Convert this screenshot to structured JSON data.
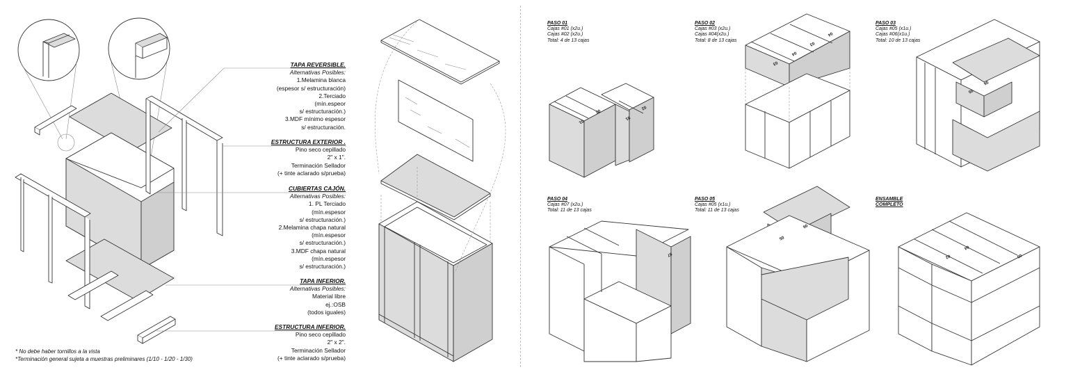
{
  "left": {
    "specs": [
      {
        "heading": "TAPA REVERSIBLE.",
        "alt": "Alternativas Posibles:",
        "lines": [
          "1.Melamina blanca",
          "(espesor s/ estructuración)",
          "2.Terciado",
          "(mín.espeor",
          "s/ estructuración.)",
          "3.MDF mínimo espesor",
          "s/ estructuración."
        ]
      },
      {
        "heading": "ESTRUCTURA EXTERIOR .",
        "alt": "",
        "lines": [
          "Pino seco cepillado",
          "2\" x 1\".",
          "Terminación Sellador",
          "(+ tinte aclarado s/prueba)"
        ]
      },
      {
        "heading": "CUBIERTAS CAJÓN.",
        "alt": "Alternativas Posibles:",
        "lines": [
          "1. PL Terciado",
          "(mín.espesor",
          "s/ estructuración.)",
          "2.Melamina chapa natural",
          "(mín.espesor",
          "s/ estructuración.)",
          "3.MDF chapa natural",
          "(mín.espesor",
          "s/ estructuración.)"
        ]
      },
      {
        "heading": "TAPA INFERIOR.",
        "alt": "Alternativas Posibles:",
        "lines": [
          "Material libre",
          "ej.:OSB",
          "(todos iguales)"
        ]
      },
      {
        "heading": "ESTRUCTURA INFERIOR.",
        "alt": "",
        "lines": [
          "Pino seco cepillado",
          "2\" x 2\".",
          "Terminación Sellador",
          "(+ tinte aclarado s/prueba)"
        ]
      }
    ],
    "notes": [
      "* No debe haber tornillos a la vista",
      "*Terminación general sujeta a muestras preliminares (1/10 - 1/20 - 1/30)"
    ]
  },
  "steps": [
    {
      "title": "PASO 01",
      "lines": [
        "Cajas #01 (x2u.)",
        "Cajas #02 (x2u.)"
      ],
      "total": "Total: 4 de 13 cajas"
    },
    {
      "title": "PASO 02",
      "lines": [
        "Cajas #03 (x2u.)",
        "Cajas #04(x2u.)"
      ],
      "total": "Total: 8 de 13 cajas"
    },
    {
      "title": "PASO 03",
      "lines": [
        "Cajas #05 (x1u.)",
        "Cajas #06(x1u.)"
      ],
      "total": "Total: 10 de 13 cajas"
    },
    {
      "title": "PASO 04",
      "lines": [
        "Cajas #07 (x2u.)"
      ],
      "total": "Total: 11 de 13 cajas"
    },
    {
      "title": "PASO 05",
      "lines": [
        "Cajas #05 (x1u.)"
      ],
      "total": "Total: 11 de 13 cajas"
    },
    {
      "title": "ENSAMBLE",
      "lines": [
        "COMPLETO"
      ],
      "total": ""
    }
  ],
  "box_tags": {
    "p1": [
      "01",
      "02",
      "01",
      "02"
    ],
    "p2": [
      "03",
      "04",
      "03",
      "04"
    ],
    "p3": [
      "05",
      "06"
    ],
    "p4": [
      "07"
    ],
    "p5": [
      "05",
      "06"
    ],
    "full": [
      "02",
      "04",
      "05"
    ]
  },
  "colors": {
    "line": "#333333",
    "panel": "#d9d9d9",
    "panel_dark": "#c8c8c8",
    "leader": "#9a9a9a"
  }
}
